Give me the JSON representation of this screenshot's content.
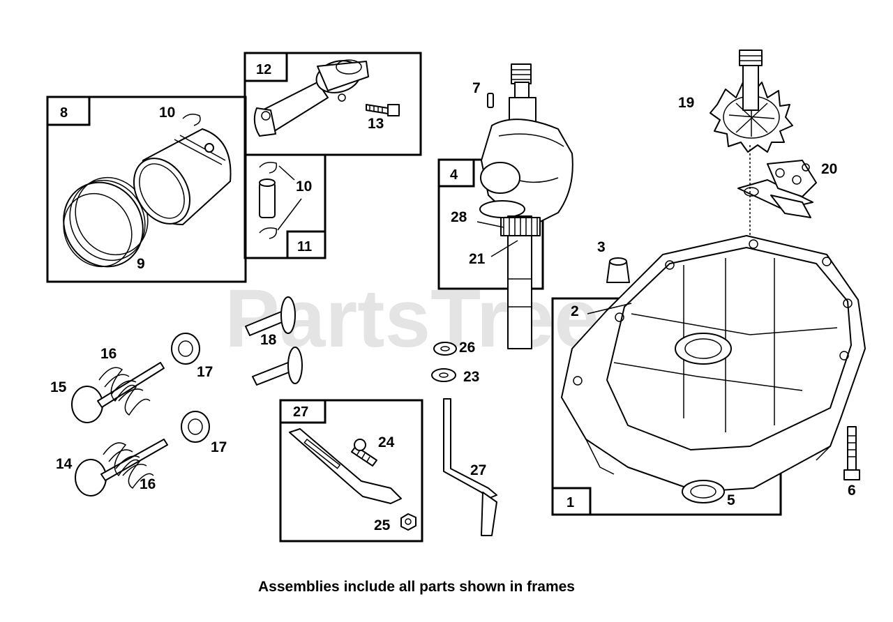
{
  "watermark": "PartsTree",
  "caption": "Assemblies include all parts shown in frames",
  "frames": {
    "f8": "8",
    "f12": "12",
    "f11": "11",
    "f4": "4",
    "f27": "27",
    "f1": "1"
  },
  "labels": {
    "l10a": "10",
    "l9": "9",
    "l13": "13",
    "l10b": "10",
    "l7": "7",
    "l28": "28",
    "l21": "21",
    "l19": "19",
    "l20": "20",
    "l3": "3",
    "l2": "2",
    "l16a": "16",
    "l17a": "17",
    "l15": "15",
    "l18": "18",
    "l26": "26",
    "l23": "23",
    "l17b": "17",
    "l14": "14",
    "l16b": "16",
    "l24": "24",
    "l27": "27",
    "l25": "25",
    "l5": "5",
    "l6": "6"
  }
}
